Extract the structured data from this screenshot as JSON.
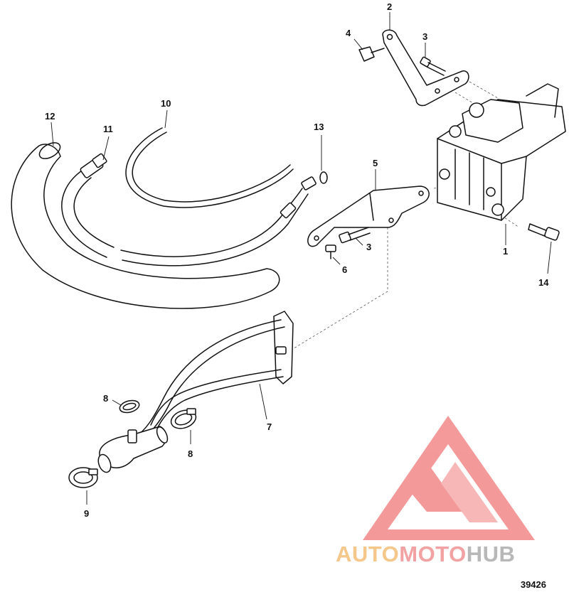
{
  "callouts": {
    "c1": "1",
    "c2": "2",
    "c3a": "3",
    "c3b": "3",
    "c4": "4",
    "c5": "5",
    "c6": "6",
    "c7": "7",
    "c8a": "8",
    "c8b": "8",
    "c9": "9",
    "c10": "10",
    "c11": "11",
    "c12": "12",
    "c13": "13",
    "c14": "14"
  },
  "drawing_number": "39426",
  "watermark": {
    "part1": "AUTO",
    "part2": "MOTO",
    "part3": "HUB",
    "colors": {
      "auto": "#f6c78a",
      "moto": "#f2a2a2",
      "hub": "#b8b8b8",
      "logo": "#f07878"
    }
  }
}
